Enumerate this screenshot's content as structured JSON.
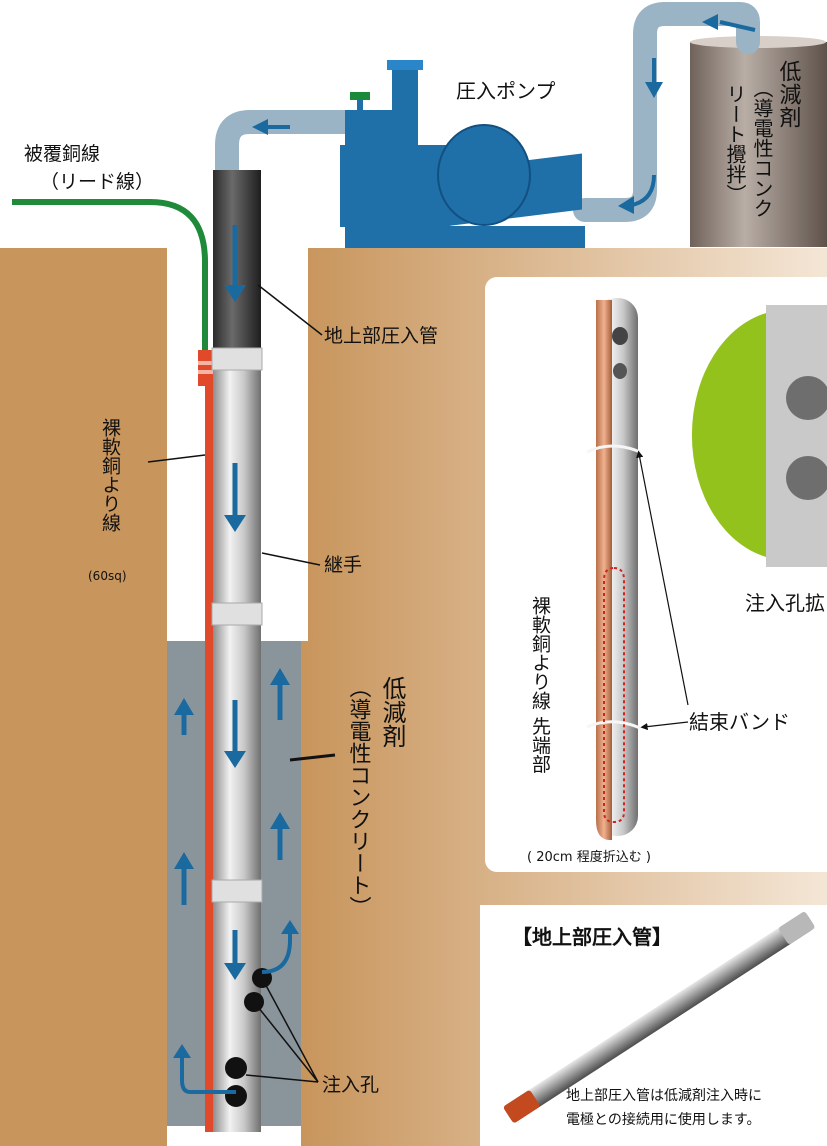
{
  "labels": {
    "pump": "圧入ポンプ",
    "tank": "低減剤",
    "tank_sub": [
      "（導電性コンク",
      "リート攪拌）"
    ],
    "covered_wire": "被覆銅線",
    "covered_wire_sub": "（リード線）",
    "surface_pipe": "地上部圧入管",
    "bare_wire": "裸軟銅より線",
    "bare_wire_size": "(60sq)",
    "joint": "継手",
    "reducer": "低減剤",
    "reducer_sub": "（導電性コンクリート）",
    "injection_hole": "注入孔",
    "inset_injection_hole": "注入孔拡",
    "inset_bare_wire": "裸軟銅より線 先端部",
    "binding_band": "結束バンド",
    "fold_note": "( 20cm 程度折込む )",
    "surface_pipe_title": "【地上部圧入管】",
    "surface_pipe_desc": [
      "地上部圧入管は低減剤注入時に",
      "電極との接続用に使用します。"
    ]
  },
  "colors": {
    "soil": "#c8955c",
    "concrete": "#8a959b",
    "pump": "#1f6fa8",
    "flow_arrow": "#1a6aa0",
    "wire_green": "#1e8a3a",
    "wire_red": "#e04a2a",
    "hose": "#9ab4c6",
    "inset_green": "#93c21d"
  },
  "icons": {
    "flow": "arrow-icon",
    "hole": "circle-icon"
  }
}
